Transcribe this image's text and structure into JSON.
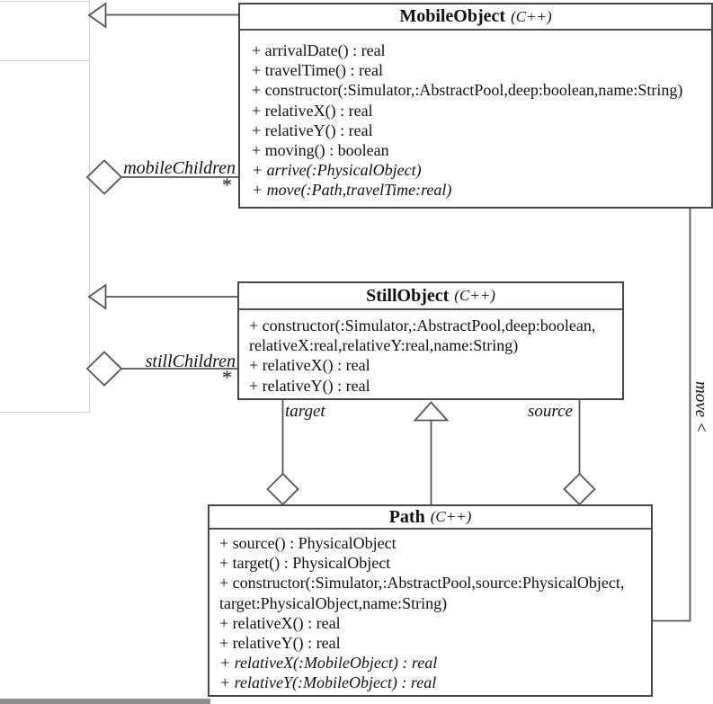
{
  "classes": [
    {
      "name": "MobileObject",
      "stereotype": "(C++)",
      "methods": [
        "+ arrivalDate() : real",
        "+ travelTime() : real",
        "+ constructor(:Simulator,:AbstractPool,deep:boolean,name:String)",
        "+ relativeX() : real",
        "+ relativeY() : real",
        "+ moving() : boolean",
        "+ arrive(:PhysicalObject)",
        "+ move(:Path,travelTime:real)"
      ]
    },
    {
      "name": "StillObject",
      "stereotype": "(C++)",
      "methods": [
        "+ constructor(:Simulator,:AbstractPool,deep:boolean,",
        "relativeX:real,relativeY:real,name:String)",
        "+ relativeX() : real",
        "+ relativeY() : real"
      ]
    },
    {
      "name": "Path",
      "stereotype": "(C++)",
      "methods": [
        "+ source() : PhysicalObject",
        "+ target() : PhysicalObject",
        "+ constructor(:Simulator,:AbstractPool,source:PhysicalObject,",
        "target:PhysicalObject,name:String)",
        "+ relativeX() : real",
        "+ relativeY() : real",
        "+ relativeX(:MobileObject) : real",
        "+ relativeY(:MobileObject) : real"
      ]
    }
  ],
  "relations": {
    "mobileChildren": {
      "label": "mobileChildren",
      "multiplicity": "*"
    },
    "stillChildren": {
      "label": "stillChildren",
      "multiplicity": "*"
    },
    "target": {
      "label": "target"
    },
    "source": {
      "label": "source"
    },
    "move": {
      "label": "move <"
    }
  },
  "colors": {
    "box_border": "#474747",
    "connector": "#555555",
    "faint_line": "#d2d2d2",
    "bottom_bar": "#8e8e8e"
  }
}
